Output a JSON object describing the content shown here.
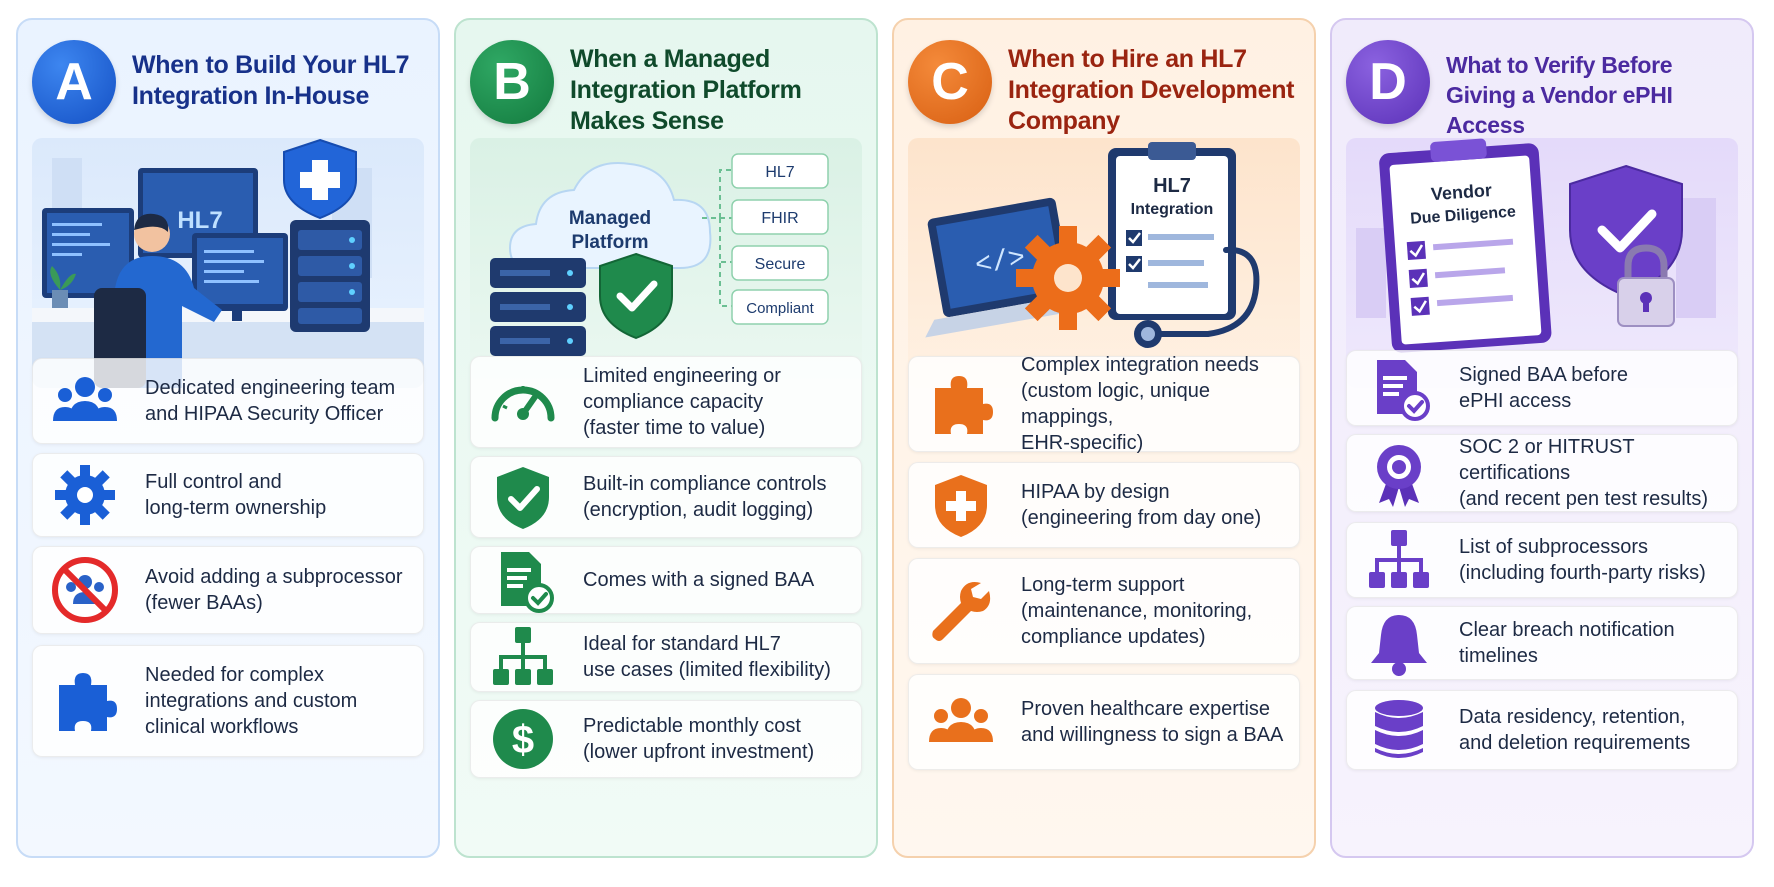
{
  "columns": [
    {
      "letter": "A",
      "title": "When to Build Your HL7 Integration In-House",
      "illustration_label": "HL7",
      "items": [
        {
          "icon": "team-icon",
          "text": "Dedicated engineering team\nand HIPAA Security Officer"
        },
        {
          "icon": "gear-icon",
          "text": "Full control and\nlong-term ownership"
        },
        {
          "icon": "no-people-icon",
          "text": "Avoid adding a subprocessor\n(fewer BAAs)"
        },
        {
          "icon": "puzzle-icon",
          "text": "Needed for complex\nintegrations and custom\nclinical workflows"
        }
      ]
    },
    {
      "letter": "B",
      "title": "When a Managed Integration Platform Makes Sense",
      "illustration_cloud": "Managed\nPlatform",
      "illustration_tags": [
        "HL7",
        "FHIR",
        "Secure",
        "Compliant"
      ],
      "items": [
        {
          "icon": "speedometer-icon",
          "text": "Limited engineering or\ncompliance capacity\n(faster time to value)"
        },
        {
          "icon": "shield-check-icon",
          "text": "Built-in compliance controls\n(encryption, audit logging)"
        },
        {
          "icon": "signed-document-icon",
          "text": "Comes with a signed BAA"
        },
        {
          "icon": "hierarchy-icon",
          "text": "Ideal for standard HL7\nuse cases (limited flexibility)"
        },
        {
          "icon": "dollar-icon",
          "text": "Predictable monthly cost\n(lower upfront investment)"
        }
      ]
    },
    {
      "letter": "C",
      "title": "When to Hire an HL7 Integration Development Company",
      "illustration_board": "HL7\nIntegration",
      "illustration_code": "</>",
      "items": [
        {
          "icon": "puzzle-icon",
          "text": "Complex integration needs\n(custom logic, unique mappings,\nEHR-specific)"
        },
        {
          "icon": "shield-plus-icon",
          "text": "HIPAA by design\n(engineering from day one)"
        },
        {
          "icon": "wrench-icon",
          "text": "Long-term support\n(maintenance, monitoring,\ncompliance updates)"
        },
        {
          "icon": "team-icon",
          "text": "Proven healthcare expertise\nand willingness to sign a BAA"
        }
      ]
    },
    {
      "letter": "D",
      "title": "What to Verify Before Giving a Vendor ePHI Access",
      "illustration_board": "Vendor\nDue Diligence",
      "items": [
        {
          "icon": "signed-document-icon",
          "text": "Signed BAA before\nePHI access"
        },
        {
          "icon": "certificate-badge-icon",
          "text": "SOC 2 or HITRUST certifications\n(and recent pen test results)"
        },
        {
          "icon": "hierarchy-icon",
          "text": "List of subprocessors\n(including fourth-party risks)"
        },
        {
          "icon": "bell-icon",
          "text": "Clear breach notification\ntimelines"
        },
        {
          "icon": "database-icon",
          "text": "Data residency, retention,\nand deletion requirements"
        }
      ]
    }
  ],
  "colors": {
    "a_accent": "#1a5fd6",
    "a_title": "#17318a",
    "b_accent": "#1f8a4c",
    "b_title": "#0f4a2b",
    "c_accent": "#e9701c",
    "c_title": "#9a2410",
    "d_accent": "#6a3fc8",
    "d_title": "#4b2aa0"
  }
}
